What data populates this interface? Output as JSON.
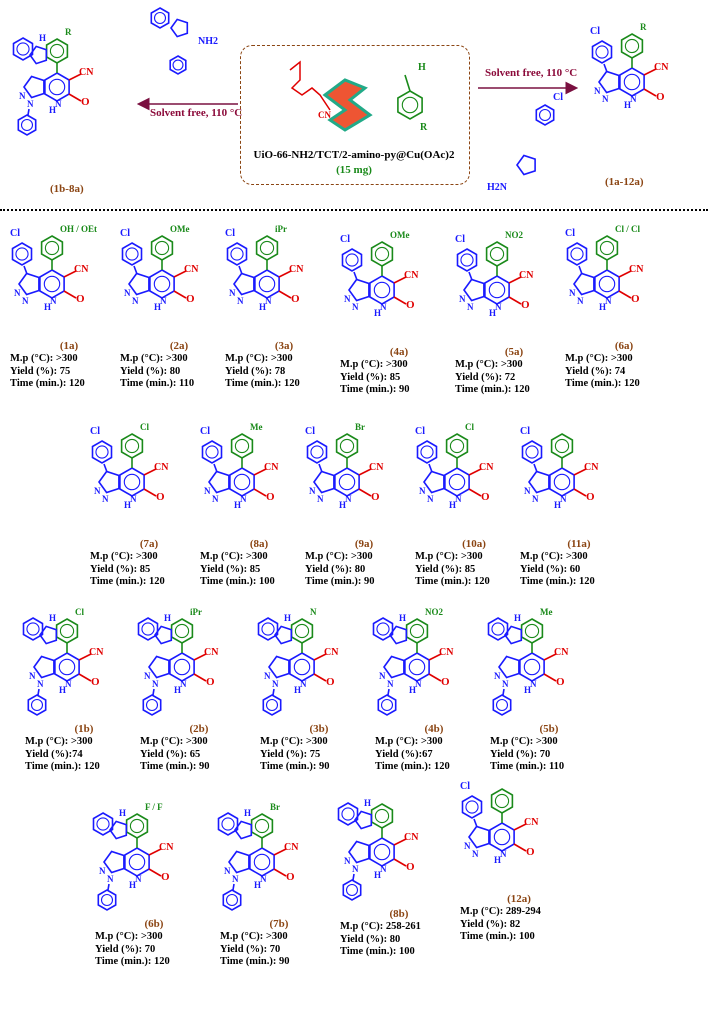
{
  "scheme": {
    "catalyst_label": "UiO-66-NH2/TCT/2-amino-py@Cu(OAc)2",
    "catalyst_amount": "(15 mg)",
    "left_condition": "Solvent free, 110 °C",
    "right_condition": "Solvent free, 110 °C",
    "left_product_id": "(1b-8a)",
    "right_product_id": "(1a-12a)",
    "substituent_R": "R",
    "labels": {
      "nh": "NH",
      "nh2": "NH2",
      "h2n": "H2N",
      "cn": "CN",
      "cl": "Cl",
      "h": "H"
    }
  },
  "compounds": [
    {
      "id": "(1a)",
      "substituent": "OH / OEt",
      "mp": "M.p (°C):  >300",
      "yield": "Yield (%): 75",
      "time": "Time (min.): 120"
    },
    {
      "id": "(2a)",
      "substituent": "OMe",
      "mp": "M.p (°C):  >300",
      "yield": "Yield (%): 80",
      "time": "Time (min.): 110"
    },
    {
      "id": "(3a)",
      "substituent": "iPr",
      "mp": "M.p (°C):  >300",
      "yield": "Yield (%): 78",
      "time": "Time (min.): 120"
    },
    {
      "id": "(4a)",
      "substituent": "OMe",
      "mp": "M.p (°C):  >300",
      "yield": "Yield (%): 85",
      "time": "Time (min.): 90"
    },
    {
      "id": "(5a)",
      "substituent": "NO2",
      "mp": "M.p (°C):  >300",
      "yield": "Yield (%): 72",
      "time": "Time (min.): 120"
    },
    {
      "id": "(6a)",
      "substituent": "Cl / Cl",
      "mp": "M.p (°C):  >300",
      "yield": "Yield (%): 74",
      "time": "Time (min.): 120"
    },
    {
      "id": "(7a)",
      "substituent": "Cl",
      "mp": "M.p (°C):  >300",
      "yield": "Yield (%): 85",
      "time": "Time (min.): 120"
    },
    {
      "id": "(8a)",
      "substituent": "Me",
      "mp": "M.p (°C):  >300",
      "yield": "Yield (%): 85",
      "time": "Time (min.): 100"
    },
    {
      "id": "(9a)",
      "substituent": "Br",
      "mp": "M.p (°C):  >300",
      "yield": "Yield (%): 80",
      "time": "Time (min.): 90"
    },
    {
      "id": "(10a)",
      "substituent": "Cl",
      "mp": "M.p (°C):  >300",
      "yield": "Yield (%): 85",
      "time": "Time (min.): 120"
    },
    {
      "id": "(11a)",
      "substituent": "",
      "mp": "M.p (°C):  >300",
      "yield": "Yield (%): 60",
      "time": "Time (min.): 120"
    },
    {
      "id": "(1b)",
      "substituent": "Cl",
      "mp": "M.p (°C):  >300",
      "yield": "Yield (%):74",
      "time": "Time (min.): 120"
    },
    {
      "id": "(2b)",
      "substituent": "iPr",
      "mp": "M.p (°C):  >300",
      "yield": "Yield (%): 65",
      "time": "Time (min.): 90"
    },
    {
      "id": "(3b)",
      "substituent": "N",
      "mp": "M.p (°C):  >300",
      "yield": "Yield (%): 75",
      "time": "Time (min.): 90"
    },
    {
      "id": "(4b)",
      "substituent": "NO2",
      "mp": "M.p (°C):  >300",
      "yield": "Yield (%):67",
      "time": "Time (min.): 120"
    },
    {
      "id": "(5b)",
      "substituent": "Me",
      "mp": "M.p (°C):  >300",
      "yield": "Yield (%): 70",
      "time": "Time (min.): 110"
    },
    {
      "id": "(6b)",
      "substituent": "F / F",
      "mp": "M.p (°C):  >300",
      "yield": "Yield (%): 70",
      "time": "Time (min.): 120"
    },
    {
      "id": "(7b)",
      "substituent": "Br",
      "mp": "M.p (°C):  >300",
      "yield": "Yield (%): 70",
      "time": "Time (min.): 90"
    },
    {
      "id": "(8b)",
      "substituent": "",
      "mp": "M.p (°C):  258-261",
      "yield": "Yield (%): 80",
      "time": "Time (min.): 100"
    },
    {
      "id": "(12a)",
      "substituent": "",
      "mp": "M.p (°C):  289-294",
      "yield": "Yield (%): 82",
      "time": "Time (min.): 100"
    }
  ],
  "colors": {
    "core": "#1a1aff",
    "aryl": "#1a8a1a",
    "carbonyl": "#e00000",
    "id": "#8B4513",
    "arrow": "#7a1040"
  }
}
